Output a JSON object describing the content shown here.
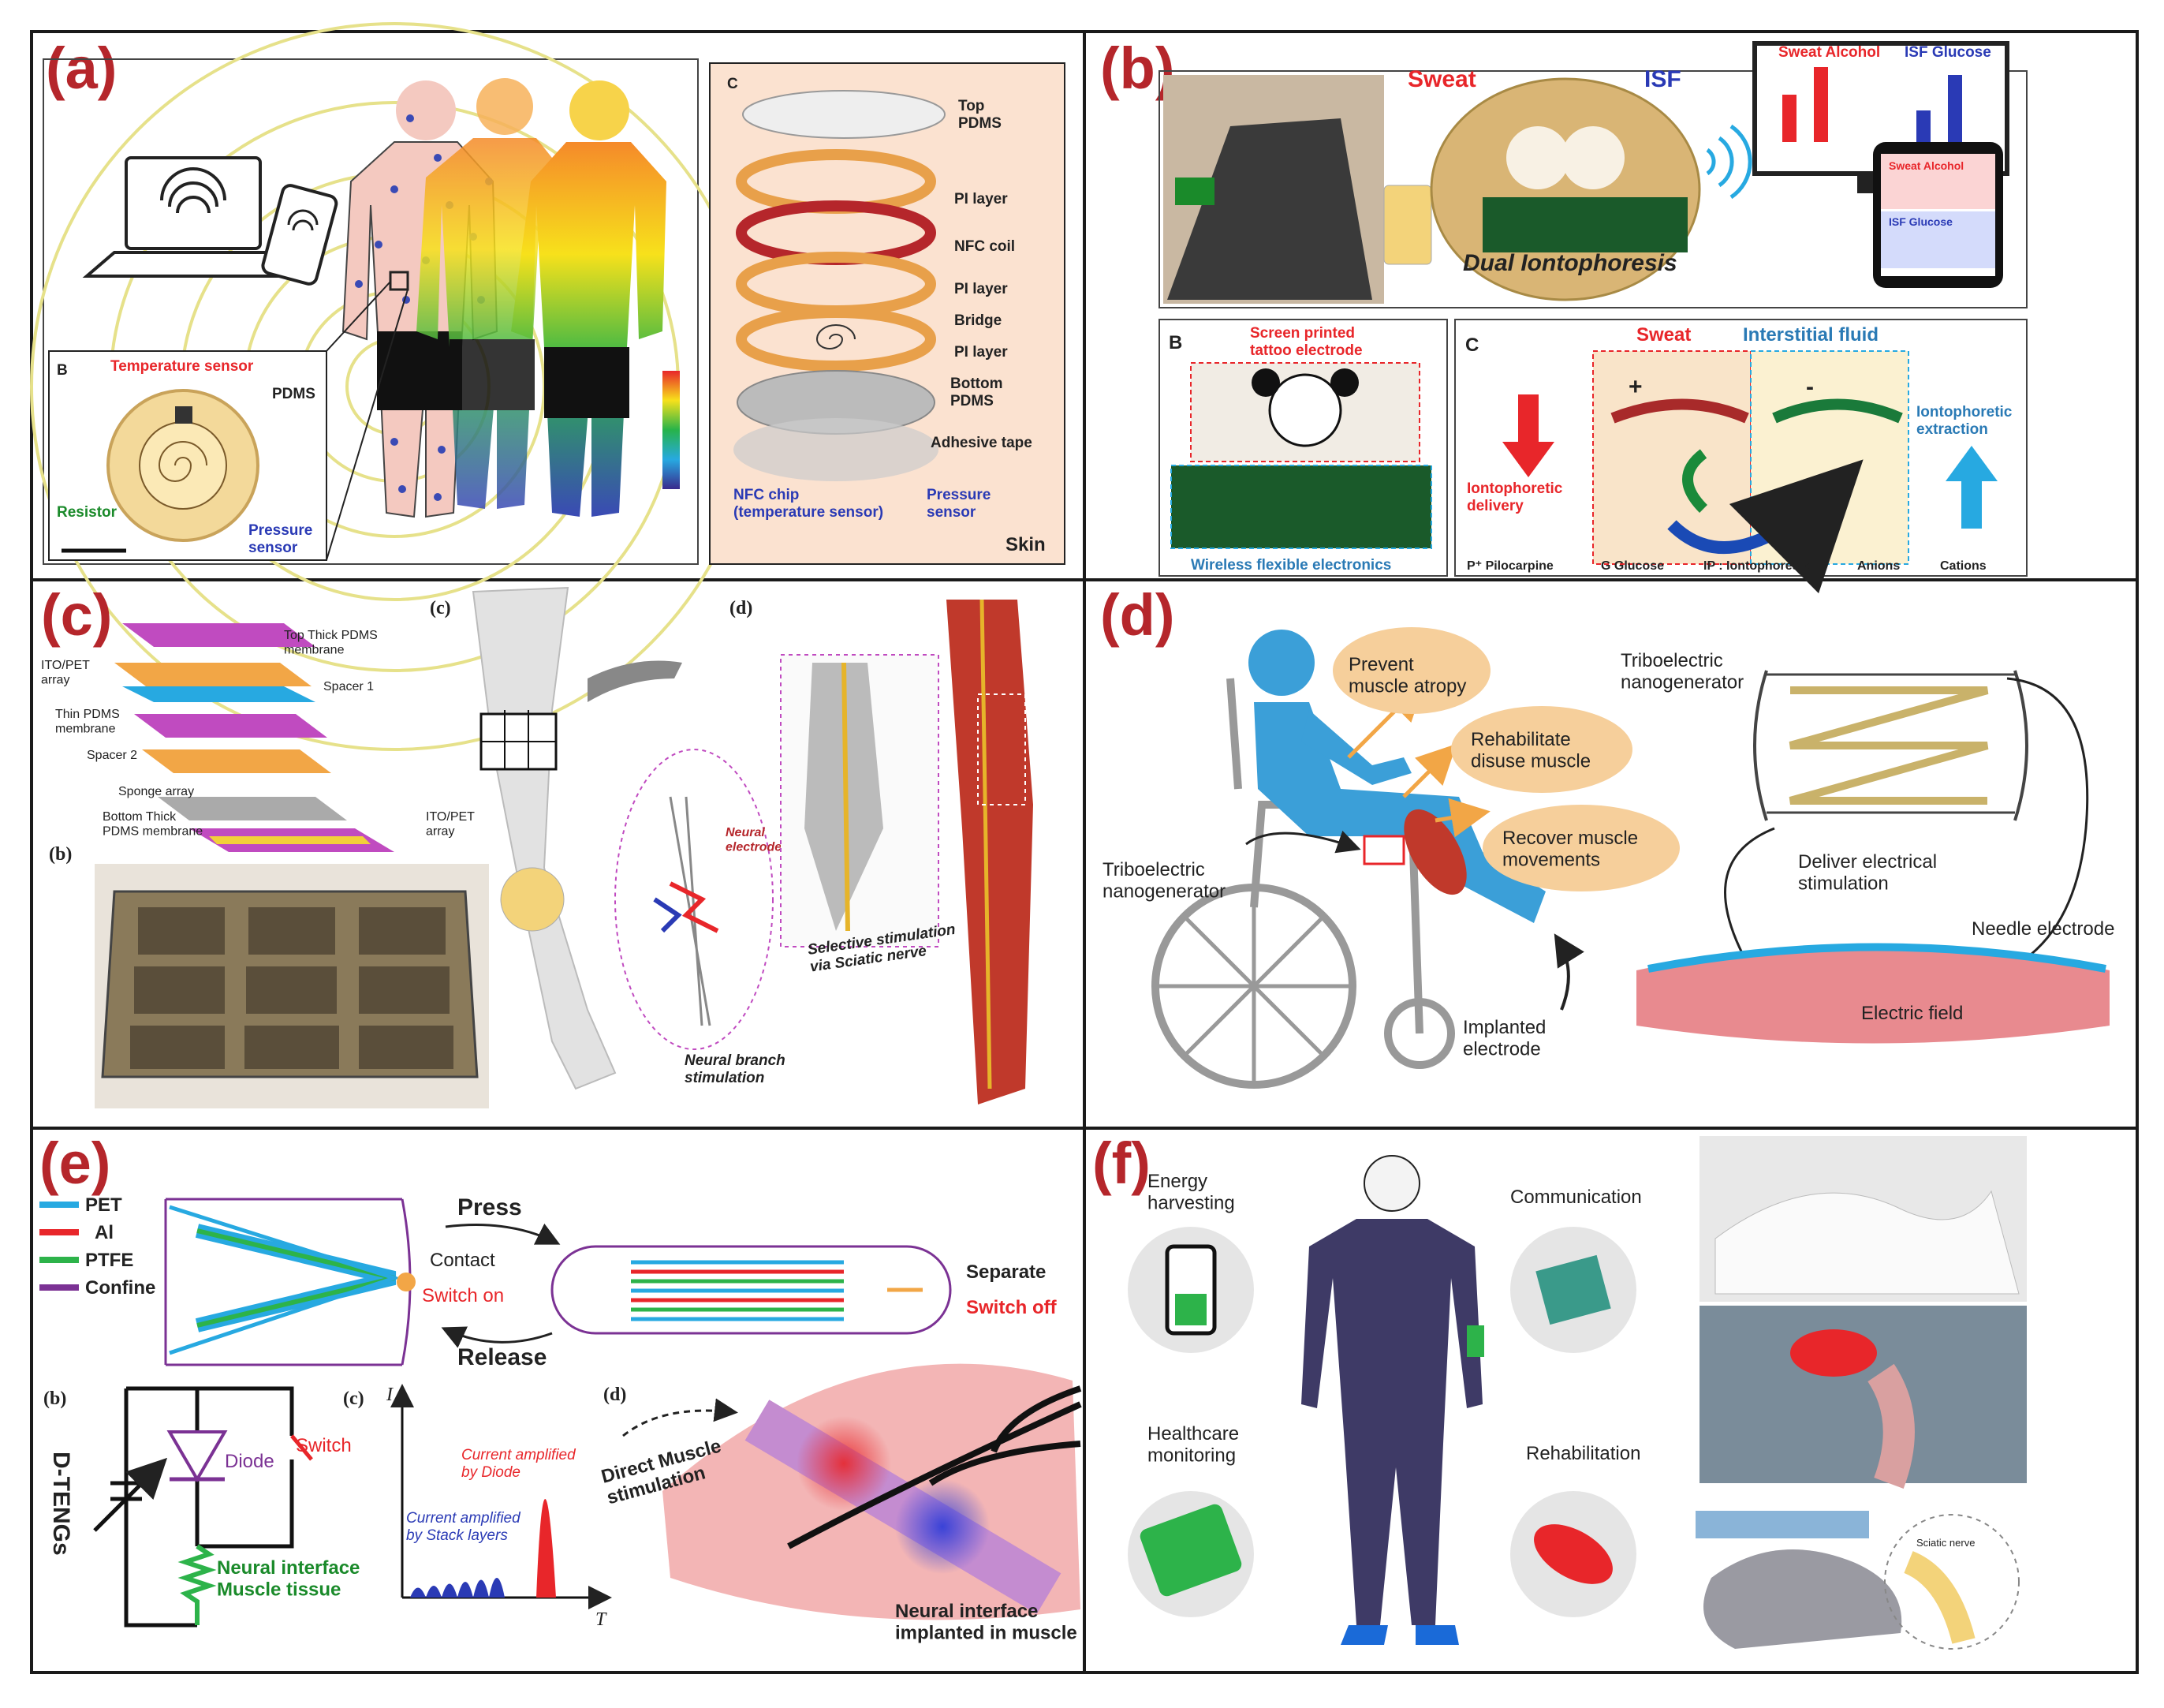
{
  "panels": {
    "a": {
      "letter": "(a)",
      "inset_b": {
        "letter": "B",
        "temperature": "Temperature sensor",
        "pdms": "PDMS",
        "resistor": "Resistor",
        "pressure": "Pressure\nsensor"
      },
      "inset_c": {
        "letter": "C",
        "top_pdms": "Top\nPDMS",
        "pi1": "PI layer",
        "nfc": "NFC coil",
        "pi2": "PI layer",
        "bridge": "Bridge",
        "pi3": "PI layer",
        "bottom": "Bottom\nPDMS",
        "tape": "Adhesive tape",
        "chip": "NFC chip\n(temperature sensor)",
        "psensor": "Pressure\nsensor",
        "skin": "Skin"
      }
    },
    "b": {
      "letter": "(b)",
      "sweat": "Sweat",
      "isf": "ISF",
      "dual": "Dual Iontophoresis",
      "monitor_left": "Sweat Alcohol",
      "monitor_right": "ISF Glucose",
      "phone_top": "Sweat Alcohol",
      "phone_bottom": "ISF Glucose",
      "sub_b": {
        "letter": "B",
        "tattoo": "Screen printed\ntattoo electrode",
        "wireless": "Wireless flexible electronics"
      },
      "sub_c": {
        "letter": "C",
        "sweat": "Sweat",
        "interstitial": "Interstitial fluid",
        "delivery": "Iontophoretic\ndelivery",
        "extraction": "Iontophoretic\nextraction",
        "plus": "+",
        "minus": "-",
        "legend": [
          "P⁺ Pilocarpine",
          "G Glucose",
          "IP : Iontophoresis",
          "Anions",
          "Cations"
        ]
      }
    },
    "c": {
      "letter": "(c)",
      "layers": {
        "top": "Top Thick PDMS\nmembrane",
        "ito1": "ITO/PET\narray",
        "spacer1": "Spacer 1",
        "thin": "Thin PDMS\nmembrane",
        "spacer2": "Spacer 2",
        "sponge": "Sponge array",
        "bottom": "Bottom Thick\nPDMS membrane",
        "ito2": "ITO/PET\narray"
      },
      "sub_b": "(b)",
      "sub_c": "(c)",
      "sub_d": "(d)",
      "neural_electrode": "Neural\nelectrode",
      "neural_branch": "Neural branch\nstimulation",
      "selective": "Selective stimulation\nvia Sciatic nerve"
    },
    "d": {
      "letter": "(d)",
      "prevent": "Prevent\nmuscle atropy",
      "rehab": "Rehabilitate\ndisuse muscle",
      "recover": "Recover muscle\nmovements",
      "teng_left": "Triboelectric\nnanogenerator",
      "teng_right": "Triboelectric\nnanogenerator",
      "implanted": "Implanted\nelectrode",
      "deliver": "Deliver electrical\nstimulation",
      "needle": "Needle electrode",
      "field": "Electric field"
    },
    "e": {
      "letter": "(e)",
      "legend": [
        {
          "label": "PET",
          "color": "#27a9e1"
        },
        {
          "label": "Al",
          "color": "#e8262a"
        },
        {
          "label": "PTFE",
          "color": "#2db34a"
        },
        {
          "label": "Confine",
          "color": "#7b3294"
        }
      ],
      "press": "Press",
      "contact": "Contact",
      "switch_on": "Switch on",
      "release": "Release",
      "separate": "Separate",
      "switch_off": "Switch off",
      "sub_b": "(b)",
      "sub_c": "(c)",
      "sub_d": "(d)",
      "diode": "Diode",
      "switch": "Switch",
      "dtengs": "D-TENGs",
      "neural": "Neural interface\nMuscle tissue",
      "axis_i": "I",
      "axis_t": "T",
      "amp_diode": "Current amplified\nby Diode",
      "amp_stack": "Current amplified\nby Stack layers",
      "direct": "Direct Muscle\nstimulation",
      "implanted": "Neural interface\nimplanted in muscle"
    },
    "f": {
      "letter": "(f)",
      "energy": "Energy\nharvesting",
      "communication": "Communication",
      "healthcare": "Healthcare\nmonitoring",
      "rehab": "Rehabilitation",
      "sciatic": "Sciatic nerve"
    }
  },
  "colors": {
    "panel_letter": "#b5262b",
    "border": "#1a1a1a",
    "blue_body": "#3b9fd8",
    "muscle": "#e88a8f",
    "orange_bubble": "#f6cf9b"
  }
}
